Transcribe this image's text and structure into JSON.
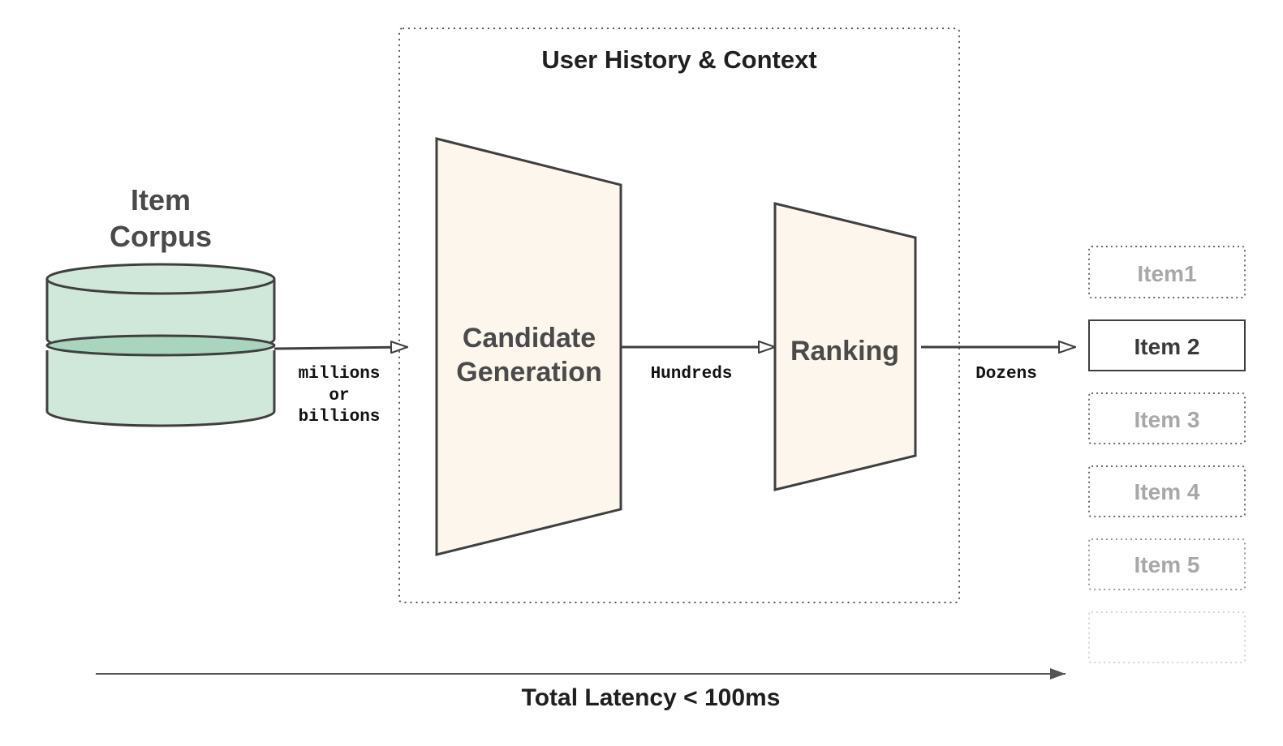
{
  "context": {
    "title": "User History & Context"
  },
  "corpus": {
    "label_line1": "Item",
    "label_line2": "Corpus",
    "fill_color": "#d0e8da",
    "inner_fill_color": "#a9d4bd"
  },
  "stages": {
    "candidate_generation": {
      "line1": "Candidate",
      "line2": "Generation"
    },
    "ranking": {
      "label": "Ranking"
    },
    "fill_color": "#fcf6ec"
  },
  "flows": {
    "corpus_to_candidates": {
      "line1": "millions",
      "line2": "or",
      "line3": "billions"
    },
    "candidates_to_ranking": {
      "label": "Hundreds"
    },
    "ranking_to_output": {
      "label": "Dozens"
    }
  },
  "output_items": [
    {
      "label": "Item1"
    },
    {
      "label": "Item 2"
    },
    {
      "label": "Item 3"
    },
    {
      "label": "Item 4"
    },
    {
      "label": "Item 5"
    },
    {
      "label": ""
    }
  ],
  "latency": {
    "label": "Total Latency < 100ms"
  },
  "colors": {
    "stroke": "#3f3f3f",
    "text": "#4a4a4a",
    "muted_text": "#a8a8a8"
  }
}
